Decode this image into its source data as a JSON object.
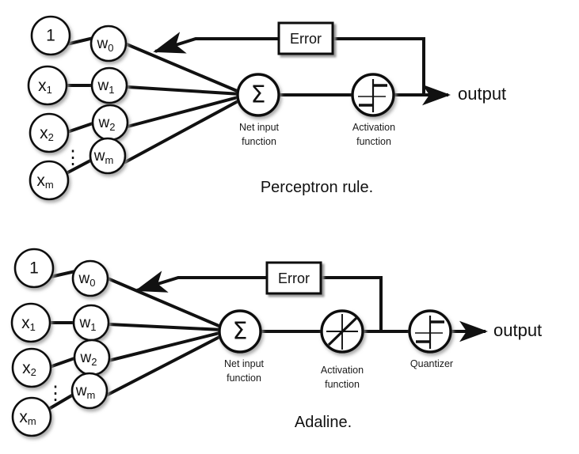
{
  "figure": {
    "title_hidden": "",
    "background_color": "#ffffff",
    "stroke_color": "#111111",
    "fill_color": "#ffffff",
    "shadow_color": "#b0b0b0"
  },
  "diagrams": [
    {
      "id": "perceptron",
      "caption": "Perceptron rule.",
      "inputs": [
        {
          "label": "1",
          "sub": ""
        },
        {
          "label": "x",
          "sub": "1"
        },
        {
          "label": "x",
          "sub": "2"
        },
        {
          "label": "x",
          "sub": "m"
        }
      ],
      "weights": [
        {
          "label": "w",
          "sub": "0"
        },
        {
          "label": "w",
          "sub": "1"
        },
        {
          "label": "w",
          "sub": "2"
        },
        {
          "label": "w",
          "sub": "m"
        }
      ],
      "ellipsis": "⋮",
      "net_input": {
        "symbol": "Σ",
        "label_line1": "Net input",
        "label_line2": "function"
      },
      "units": [
        {
          "icon": "step-function-icon",
          "label_line1": "Activation",
          "label_line2": "function"
        }
      ],
      "error_box": {
        "label": "Error"
      },
      "output_label": "output"
    },
    {
      "id": "adaline",
      "caption": "Adaline.",
      "inputs": [
        {
          "label": "1",
          "sub": ""
        },
        {
          "label": "x",
          "sub": "1"
        },
        {
          "label": "x",
          "sub": "2"
        },
        {
          "label": "x",
          "sub": "m"
        }
      ],
      "weights": [
        {
          "label": "w",
          "sub": "0"
        },
        {
          "label": "w",
          "sub": "1"
        },
        {
          "label": "w",
          "sub": "2"
        },
        {
          "label": "w",
          "sub": "m"
        }
      ],
      "ellipsis": "⋮",
      "net_input": {
        "symbol": "Σ",
        "label_line1": "Net input",
        "label_line2": "function"
      },
      "units": [
        {
          "icon": "linear-function-icon",
          "label_line1": "Activation",
          "label_line2": "function"
        },
        {
          "icon": "step-function-icon",
          "label_line1": "Quantizer",
          "label_line2": ""
        }
      ],
      "error_box": {
        "label": "Error"
      },
      "output_label": "output"
    }
  ]
}
